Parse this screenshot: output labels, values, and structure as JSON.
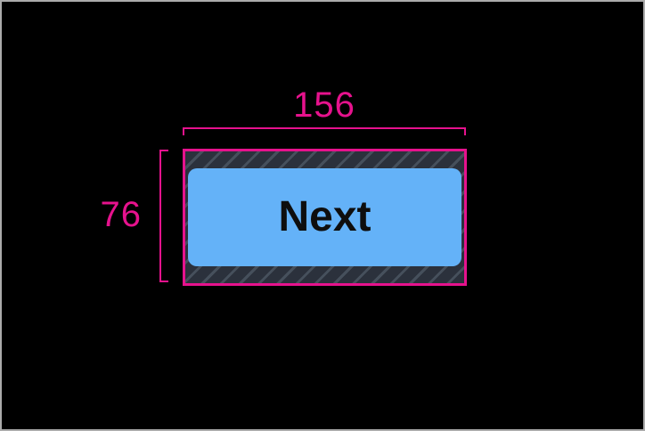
{
  "annotation": {
    "width_label": "156",
    "height_label": "76"
  },
  "button": {
    "label": "Next"
  },
  "colors": {
    "accent": "#e6128d",
    "hatch-dark": "#2b313c",
    "hatch-light": "#46505c",
    "button-bg": "#64b2f8",
    "button-text": "#0e0e0e",
    "frame-border": "#ababab",
    "canvas-bg": "#000000"
  }
}
